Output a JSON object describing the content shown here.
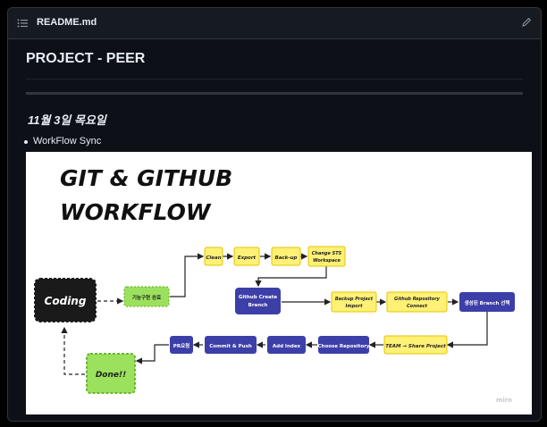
{
  "header": {
    "file_name": "README.md",
    "toc_icon": "list-icon",
    "edit_icon": "pencil-icon"
  },
  "main": {
    "title": "PROJECT - PEER",
    "date_heading": "11월 3일 목요일",
    "bullets": [
      "WorkFlow Sync"
    ]
  },
  "diagram": {
    "title_line1": "GIT & GITHUB",
    "title_line2": "WORKFLOW",
    "watermark": "miro",
    "nodes": {
      "coding": "Coding",
      "feature": "기능구현 완료",
      "clean": "Clean",
      "export": "Export",
      "backup": "Back-up",
      "change_sts_1": "Change STS",
      "change_sts_2": "Workspace",
      "gh_create_1": "Github Create",
      "gh_create_2": "Branch",
      "backup_import_1": "Backup Project",
      "backup_import_2": "Import",
      "gh_repo_1": "Github Repository",
      "gh_repo_2": "Connect",
      "select_branch": "생성된 Branch 선택",
      "team_share": "TEAM → Share Project",
      "choose_repo": "Choose Repository",
      "add_index": "Add Index",
      "commit_push": "Commit & Push",
      "pr": "PR요청",
      "done": "Done!!"
    },
    "colors": {
      "yellow": "#fff176",
      "yellow_border": "#e6c400",
      "blue": "#3d3fa8",
      "green": "#9be15d",
      "black": "#1a1a1a"
    }
  }
}
